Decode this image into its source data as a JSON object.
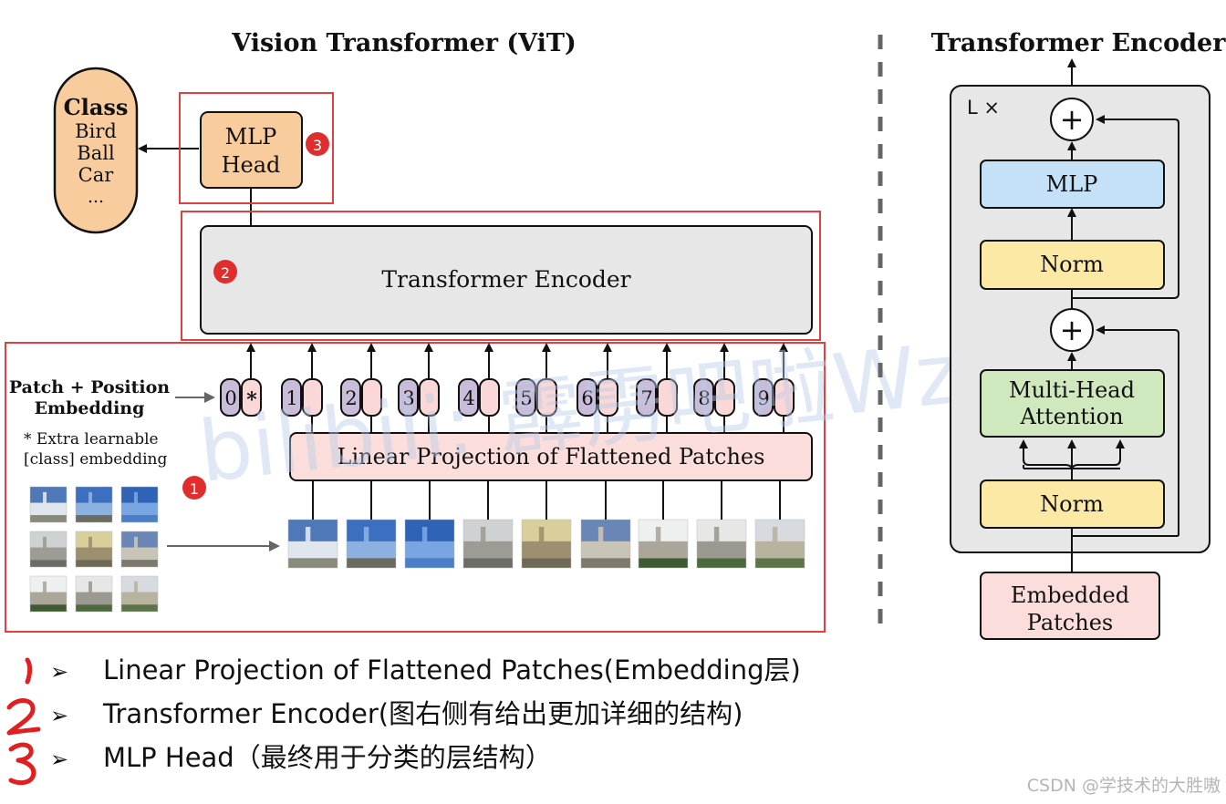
{
  "vit": {
    "title": "Vision Transformer (ViT)",
    "class_box": {
      "title": "Class",
      "items": [
        "Bird",
        "Ball",
        "Car",
        "..."
      ]
    },
    "mlp_head": [
      "MLP",
      "Head"
    ],
    "encoder_label": "Transformer Encoder",
    "embedding_label": [
      "Patch + Position",
      "Embedding"
    ],
    "extra_note": [
      "* Extra learnable",
      "[class] embedding"
    ],
    "linear_projection": "Linear Projection of Flattened Patches",
    "tokens": [
      "0",
      "1",
      "2",
      "3",
      "4",
      "5",
      "6",
      "7",
      "8",
      "9"
    ],
    "class_token_symbol": "*",
    "region_badges": [
      "1",
      "2",
      "3"
    ]
  },
  "encoder_detail": {
    "title": "Transformer Encoder",
    "repeat": "L ×",
    "mlp": "MLP",
    "norm_top": "Norm",
    "attention": [
      "Multi-Head",
      "Attention"
    ],
    "norm_bottom": "Norm",
    "input": [
      "Embedded",
      "Patches"
    ],
    "plus_symbol": "+"
  },
  "watermark": "bilibili: 霹雳吧啦Wz",
  "notes": [
    {
      "marker": "1",
      "text": "Linear Projection of Flattened Patches(Embedding层)"
    },
    {
      "marker": "2",
      "text": "Transformer Encoder(图右侧有给出更加详细的结构)"
    },
    {
      "marker": "3",
      "text": "MLP Head（最终用于分类的层结构）"
    }
  ],
  "bullet_symbol": "➢",
  "footer": "CSDN @学技术的大胜嗷",
  "colors": {
    "orange": "#f9cc9d",
    "red_outline": "#e04040",
    "encoder_gray": "#e7e7e7",
    "projection_pink": "#fbdedc",
    "token_purple": "#c9bcd9",
    "token_pink": "#fbd8d8",
    "mlp_blue": "#c5e1f8",
    "norm_yellow": "#fde9a6",
    "attention_green": "#cfe8bd"
  }
}
